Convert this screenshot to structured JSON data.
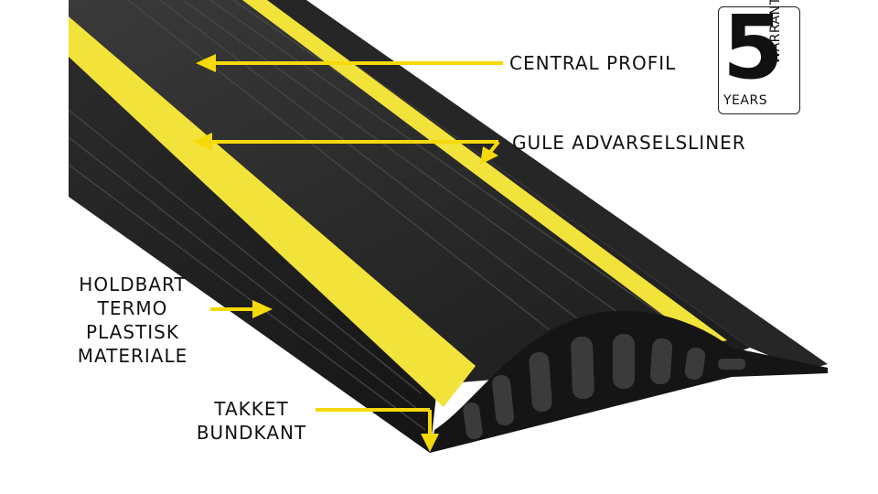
{
  "labels": {
    "central_profil": "CENTRAL PROFIL",
    "gule_advarselsliner": "GULE ADVARSELSLINER",
    "holdbart_lines": [
      "HOLDBART",
      "TERMO",
      "PLASTISK",
      "MATERIALE"
    ],
    "takket_lines": [
      "TAKKET",
      "BUNDKANT"
    ]
  },
  "badge": {
    "number": "5",
    "years": "YEARS",
    "warranty": "WARRANTY"
  },
  "colors": {
    "accent_yellow": "#f5d90a",
    "stripe_yellow": "#f2e33b",
    "rubber_dark": "#1e1e1e"
  }
}
